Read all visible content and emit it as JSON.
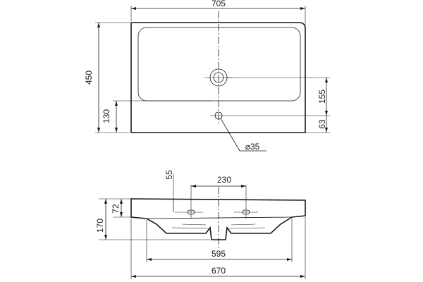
{
  "top_view": {
    "width_label": "705",
    "height_label": "450",
    "drain_offset_label": "155",
    "tap_offset_label": "130",
    "bottom_offset_label": "63",
    "hole_diameter_label": "⌀35"
  },
  "front_view": {
    "hole_height_label": "55",
    "hole_spacing_label": "230",
    "rim_height_label": "72",
    "total_height_label": "170",
    "inner_width_label": "595",
    "outer_width_label": "670"
  }
}
